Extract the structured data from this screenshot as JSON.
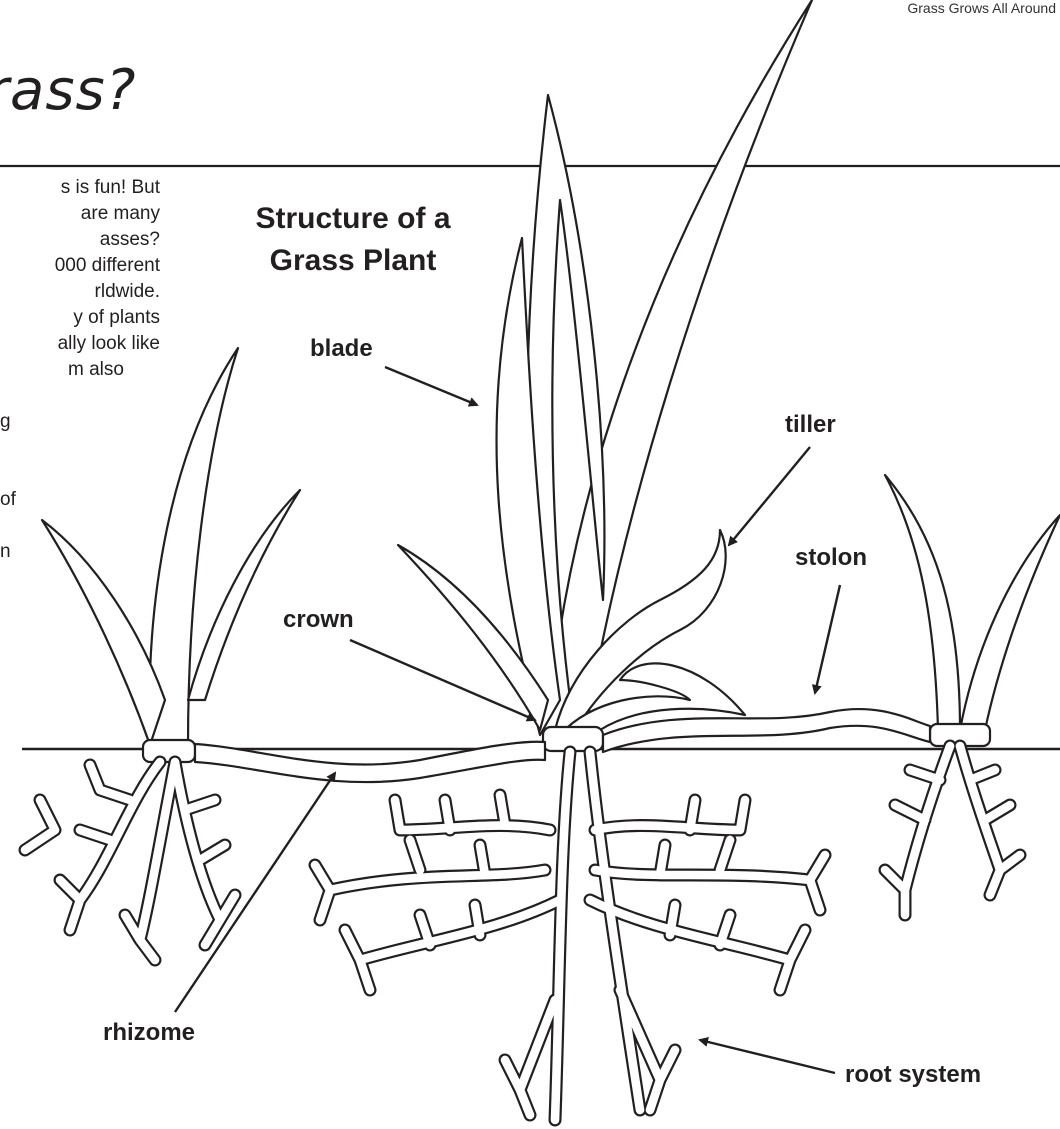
{
  "header": {
    "text": "Grass Grows All Around"
  },
  "title": "rass?",
  "intro_lines": [
    "s is fun! But",
    "are many",
    "asses?",
    "000 different",
    "rldwide.",
    "y of plants",
    "ally look like",
    "m also",
    "",
    "g",
    "",
    "",
    "of",
    "",
    "n"
  ],
  "diagram": {
    "title_line1": "Structure of a",
    "title_line2": "Grass Plant",
    "labels": {
      "blade": "blade",
      "tiller": "tiller",
      "stolon": "stolon",
      "crown": "crown",
      "rhizome": "rhizome",
      "root_system": "root system"
    }
  }
}
